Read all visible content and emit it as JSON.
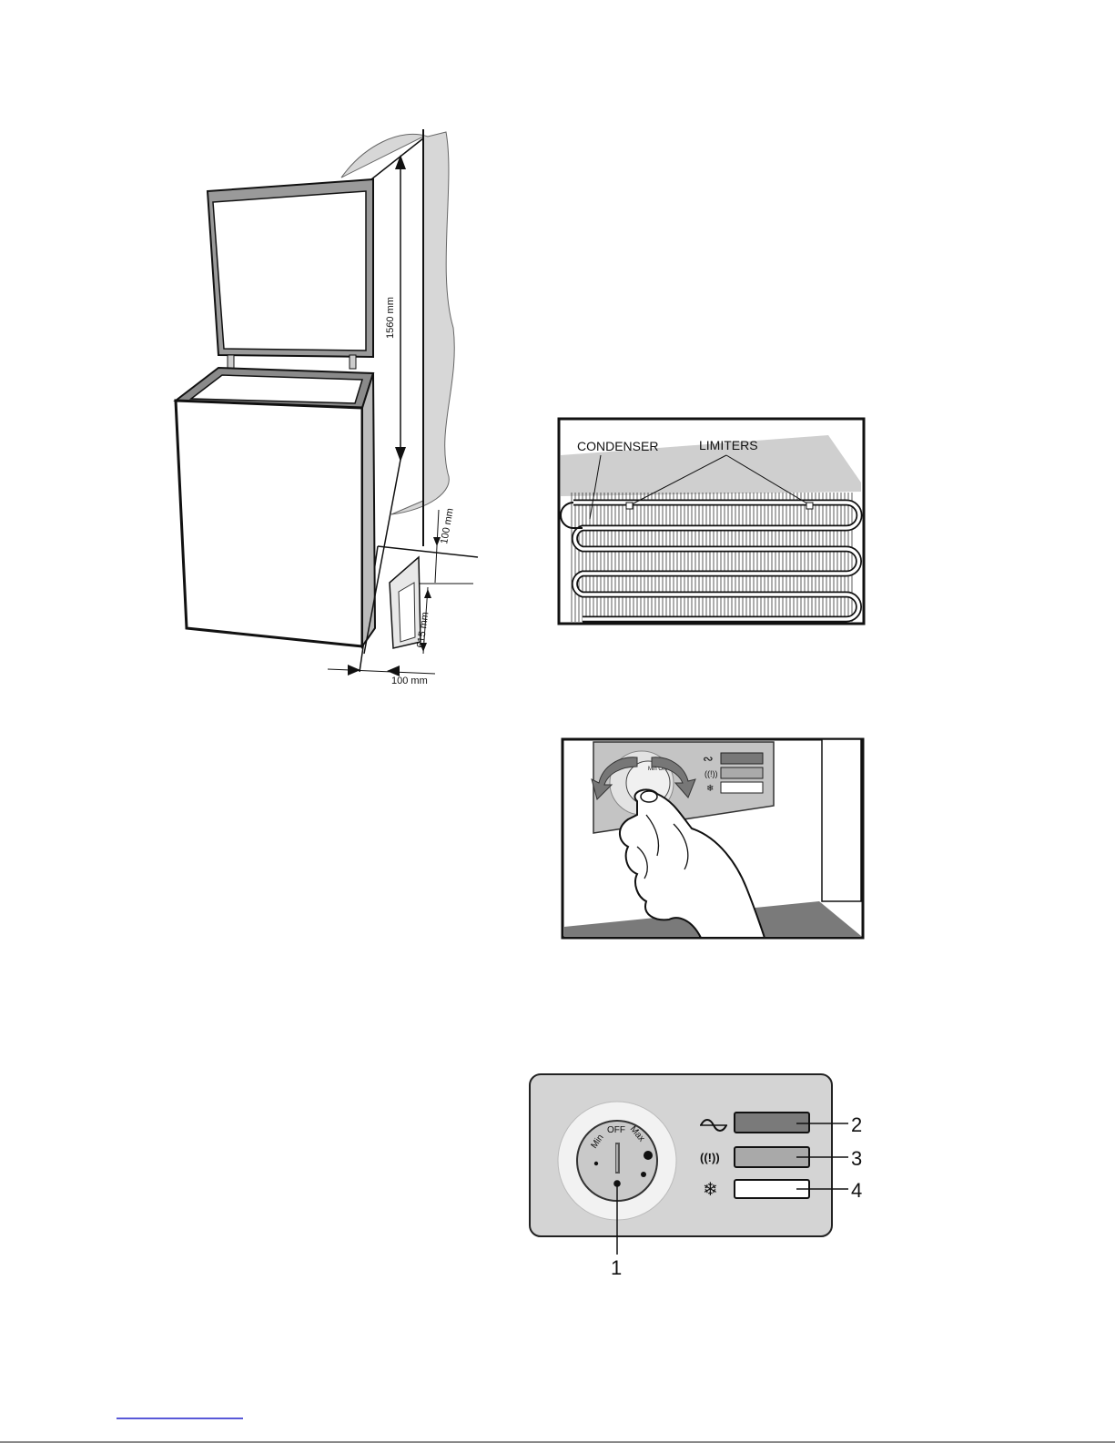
{
  "figure1": {
    "dim_height": "1560 mm",
    "dim_top_gap": "100 mm",
    "dim_depth": "615 mm",
    "dim_side_gap": "100 mm"
  },
  "figure2": {
    "condenser_label": "CONDENSER",
    "limiters_label": "LIMITERS"
  },
  "figure3": {
    "knob_text": "Min OFF Max"
  },
  "figure4": {
    "knob_min": "Min",
    "knob_off": "OFF",
    "knob_max": "Max",
    "callout_1": "1",
    "callout_2": "2",
    "callout_3": "3",
    "callout_4": "4",
    "icons": [
      "power-wave-icon",
      "alarm-icon",
      "snowflake-icon"
    ],
    "lamp_colors": [
      "#7a7a7a",
      "#a9a9a9",
      "#ffffff"
    ]
  }
}
